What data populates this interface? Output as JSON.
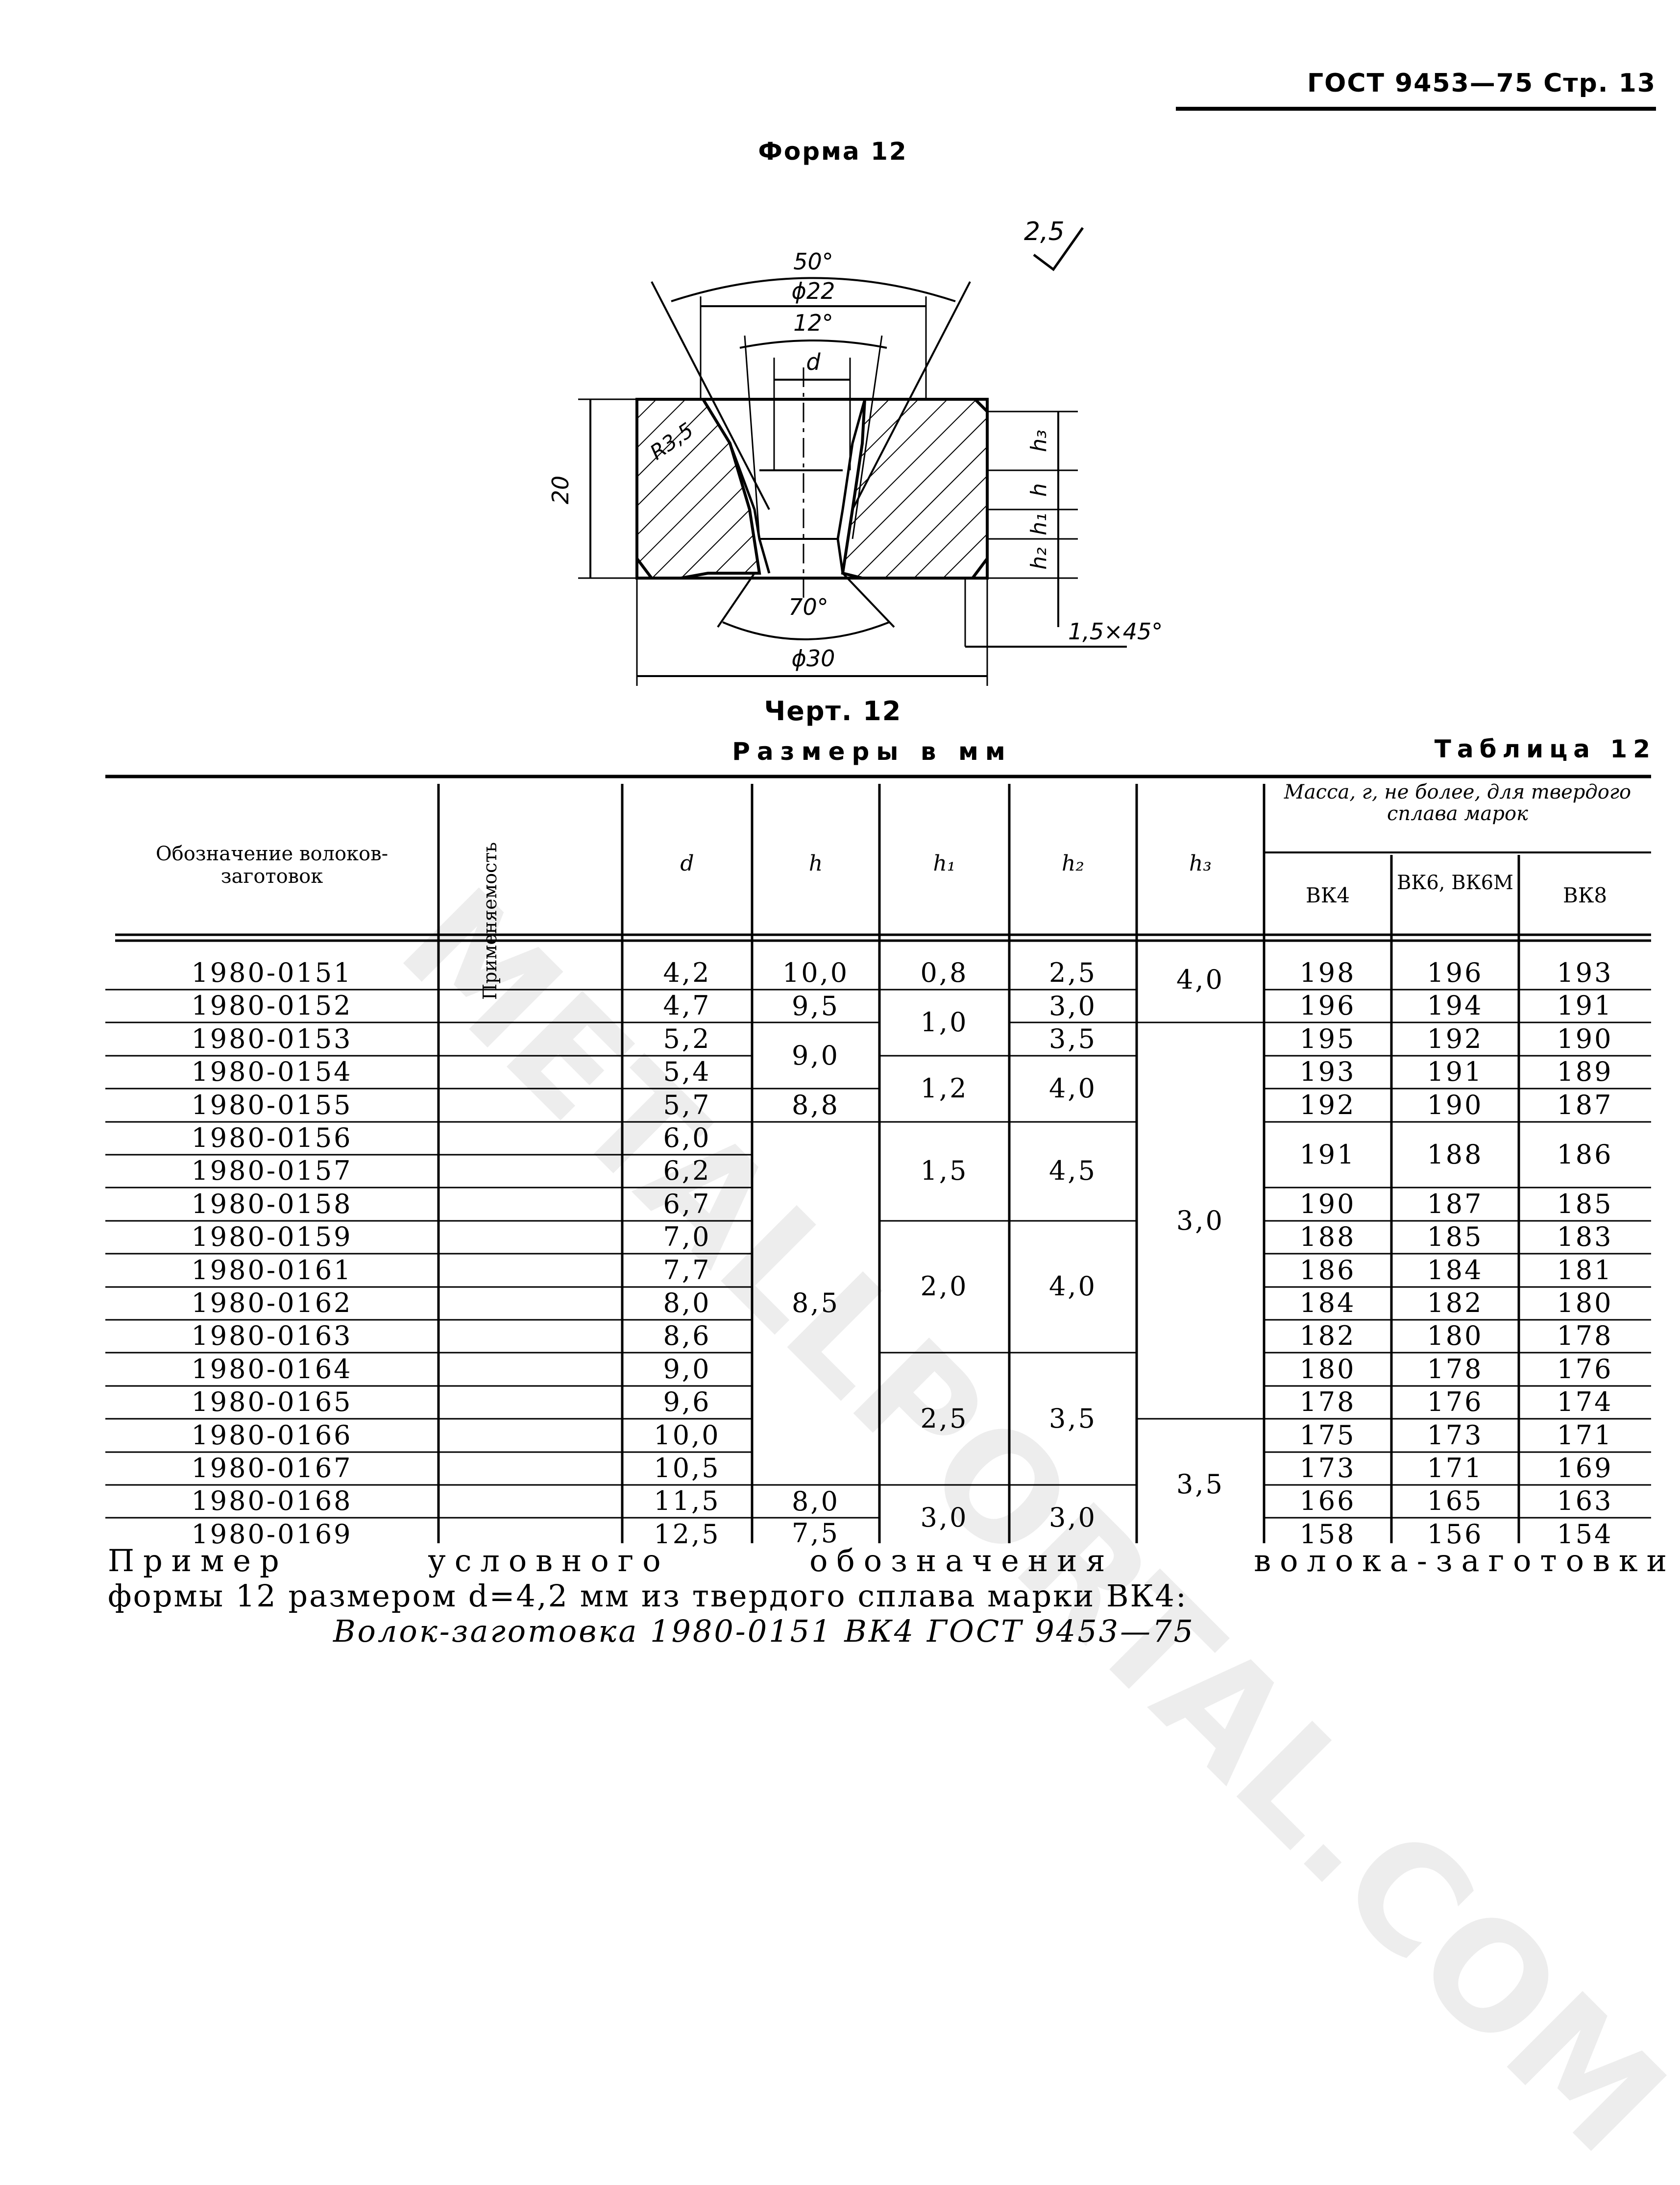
{
  "header": {
    "text": "ГОСТ 9453—75 Стр. 13"
  },
  "form_title": "Форма 12",
  "drawing": {
    "roughness": "2,5",
    "angle_top": "50°",
    "dia_top": "ϕ22",
    "angle_inner": "12°",
    "d_label": "d",
    "radius": "R3,5",
    "height": "20",
    "h3": "h₃",
    "h": "h",
    "h1": "h₁",
    "h2": "h₂",
    "angle_bottom": "70°",
    "chamfer": "1,5×45°",
    "dia_bottom": "ϕ30"
  },
  "caption": "Черт. 12",
  "units": "Размеры в мм",
  "table_name": "Таблица 12",
  "table": {
    "col_designation": "Обозначение волоков-заготовок",
    "col_applicability": "Применяемость",
    "col_d": "d",
    "col_h": "h",
    "col_h1": "h₁",
    "col_h2": "h₂",
    "col_h3": "h₃",
    "col_mass": "Масса, г, не более, для твердого сплава марок",
    "col_vk4": "ВК4",
    "col_vk6": "ВК6, ВК6М",
    "col_vk8": "ВК8",
    "rows": [
      {
        "code": "1980-0151",
        "d": "4,2",
        "vk4": "198",
        "vk6": "196",
        "vk8": "193"
      },
      {
        "code": "1980-0152",
        "d": "4,7",
        "vk4": "196",
        "vk6": "194",
        "vk8": "191"
      },
      {
        "code": "1980-0153",
        "d": "5,2",
        "vk4": "195",
        "vk6": "192",
        "vk8": "190"
      },
      {
        "code": "1980-0154",
        "d": "5,4",
        "vk4": "193",
        "vk6": "191",
        "vk8": "189"
      },
      {
        "code": "1980-0155",
        "d": "5,7",
        "vk4": "192",
        "vk6": "190",
        "vk8": "187"
      },
      {
        "code": "1980-0156",
        "d": "6,0"
      },
      {
        "code": "1980-0157",
        "d": "6,2"
      },
      {
        "code": "1980-0158",
        "d": "6,7",
        "vk4": "190",
        "vk6": "187",
        "vk8": "185"
      },
      {
        "code": "1980-0159",
        "d": "7,0",
        "vk4": "188",
        "vk6": "185",
        "vk8": "183"
      },
      {
        "code": "1980-0161",
        "d": "7,7",
        "vk4": "186",
        "vk6": "184",
        "vk8": "181"
      },
      {
        "code": "1980-0162",
        "d": "8,0",
        "vk4": "184",
        "vk6": "182",
        "vk8": "180"
      },
      {
        "code": "1980-0163",
        "d": "8,6",
        "vk4": "182",
        "vk6": "180",
        "vk8": "178"
      },
      {
        "code": "1980-0164",
        "d": "9,0",
        "vk4": "180",
        "vk6": "178",
        "vk8": "176"
      },
      {
        "code": "1980-0165",
        "d": "9,6",
        "vk4": "178",
        "vk6": "176",
        "vk8": "174"
      },
      {
        "code": "1980-0166",
        "d": "10,0",
        "vk4": "175",
        "vk6": "173",
        "vk8": "171"
      },
      {
        "code": "1980-0167",
        "d": "10,5",
        "vk4": "173",
        "vk6": "171",
        "vk8": "169"
      },
      {
        "code": "1980-0168",
        "d": "11,5",
        "vk4": "166",
        "vk6": "165",
        "vk8": "163"
      },
      {
        "code": "1980-0169",
        "d": "12,5",
        "vk4": "158",
        "vk6": "156",
        "vk8": "154"
      }
    ],
    "merged": {
      "h_10_0": "10,0",
      "h_9_5": "9,5",
      "h_9_0": "9,0",
      "h_8_8": "8,8",
      "h_8_5": "8,5",
      "h_8_0": "8,0",
      "h_7_5": "7,5",
      "h1_0_8": "0,8",
      "h1_1_0": "1,0",
      "h1_1_2": "1,2",
      "h1_1_5": "1,5",
      "h1_2_0": "2,0",
      "h1_2_5": "2,5",
      "h1_3_0": "3,0",
      "h2_2_5": "2,5",
      "h2_3_0a": "3,0",
      "h2_3_5a": "3,5",
      "h2_4_0a": "4,0",
      "h2_4_5": "4,5",
      "h2_4_0b": "4,0",
      "h2_3_5b": "3,5",
      "h2_3_0b": "3,0",
      "h3_4_0": "4,0",
      "h3_3_0": "3,0",
      "h3_3_5": "3,5",
      "m_191": "191",
      "m_188": "188",
      "m_186": "186"
    }
  },
  "example": {
    "line1": "Пример условного обозначения волока-заготовки",
    "line2": "формы 12 размером d=4,2 мм из твердого сплава марки ВК4:",
    "line3": "Волок-заготовка 1980-0151 ВК4 ГОСТ 9453—75"
  },
  "watermark": "METALLPORTAL.COM"
}
